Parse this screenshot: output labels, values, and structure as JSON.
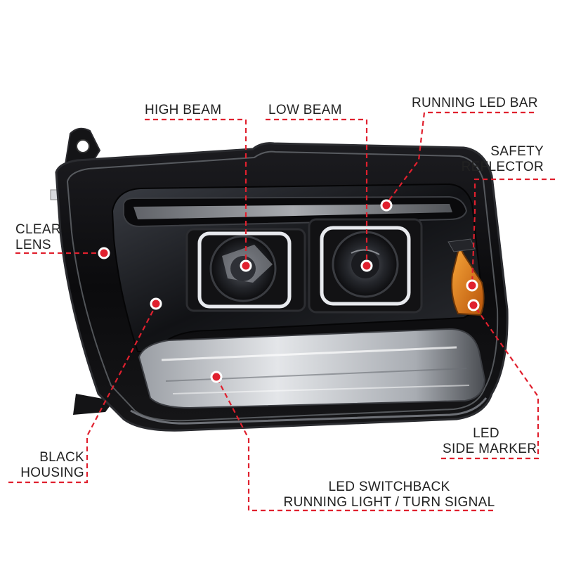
{
  "labels": {
    "high_beam": "HIGH BEAM",
    "low_beam": "LOW BEAM",
    "running_led_bar": "RUNNING LED BAR",
    "safety_reflector_1": "SAFETY",
    "safety_reflector_2": "REFLECTOR",
    "clear_lens_1": "CLEAR",
    "clear_lens_2": "LENS",
    "black_housing_1": "BLACK",
    "black_housing_2": "HOUSING",
    "led_side_marker_1": "LED",
    "led_side_marker_2": "SIDE MARKER",
    "led_switchback_1": "LED SWITCHBACK",
    "led_switchback_2": "RUNNING LIGHT / TURN SIGNAL"
  },
  "colors": {
    "leader": "#e0202e",
    "marker": "#e0202e",
    "text": "#222222",
    "housing": "#0d0d0f",
    "chrome": "#cfd3d8",
    "amber": "#e07a12"
  },
  "icons": [
    "headlight-illustration",
    "callout-dot"
  ]
}
